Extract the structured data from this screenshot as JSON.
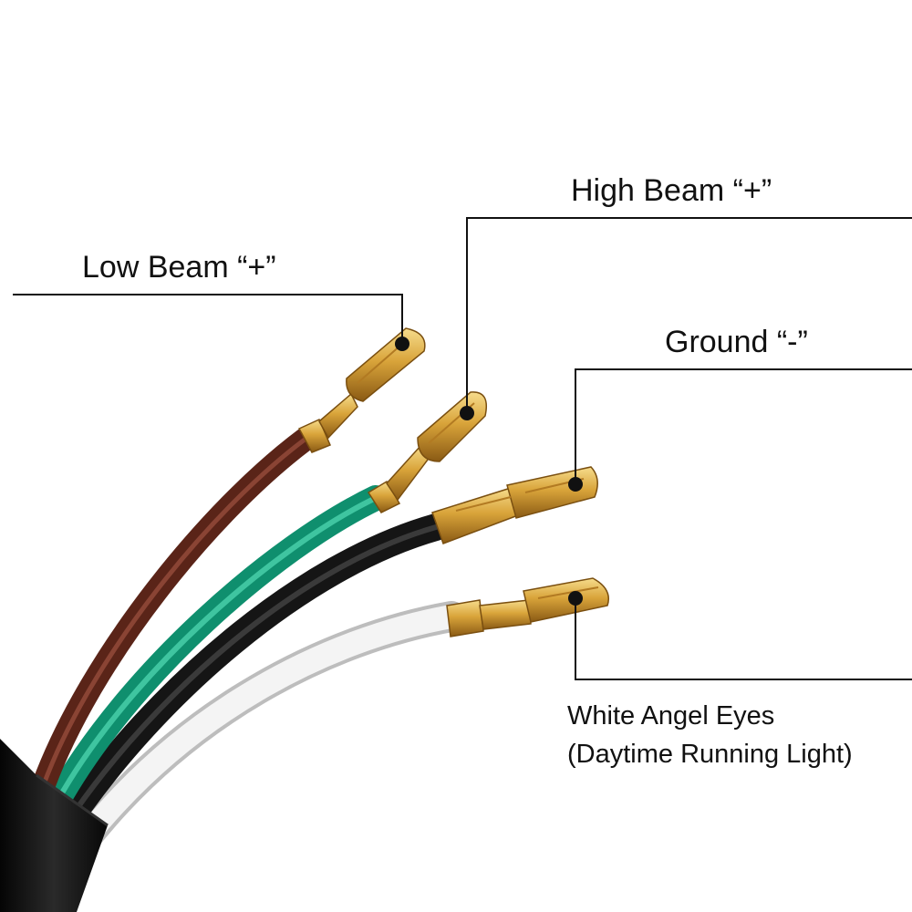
{
  "labels": {
    "low_beam": "Low Beam “+”",
    "high_beam": "High Beam “+”",
    "ground": "Ground “-”",
    "white_angel_eyes": "White Angel Eyes",
    "daytime_running_light": "(Daytime Running Light)"
  },
  "colors": {
    "brown_wire": "#5a2418",
    "green_wire": "#0f8f6e",
    "black_wire": "#151515",
    "white_wire": "#ededed",
    "brass": "#d9a43a",
    "sheath": "#121212",
    "leader_line": "#111111"
  },
  "wires": [
    {
      "name": "brown",
      "function": "Low Beam “+”"
    },
    {
      "name": "green",
      "function": "High Beam “+”"
    },
    {
      "name": "black",
      "function": "Ground “-”"
    },
    {
      "name": "white",
      "function": "White Angel Eyes"
    }
  ]
}
